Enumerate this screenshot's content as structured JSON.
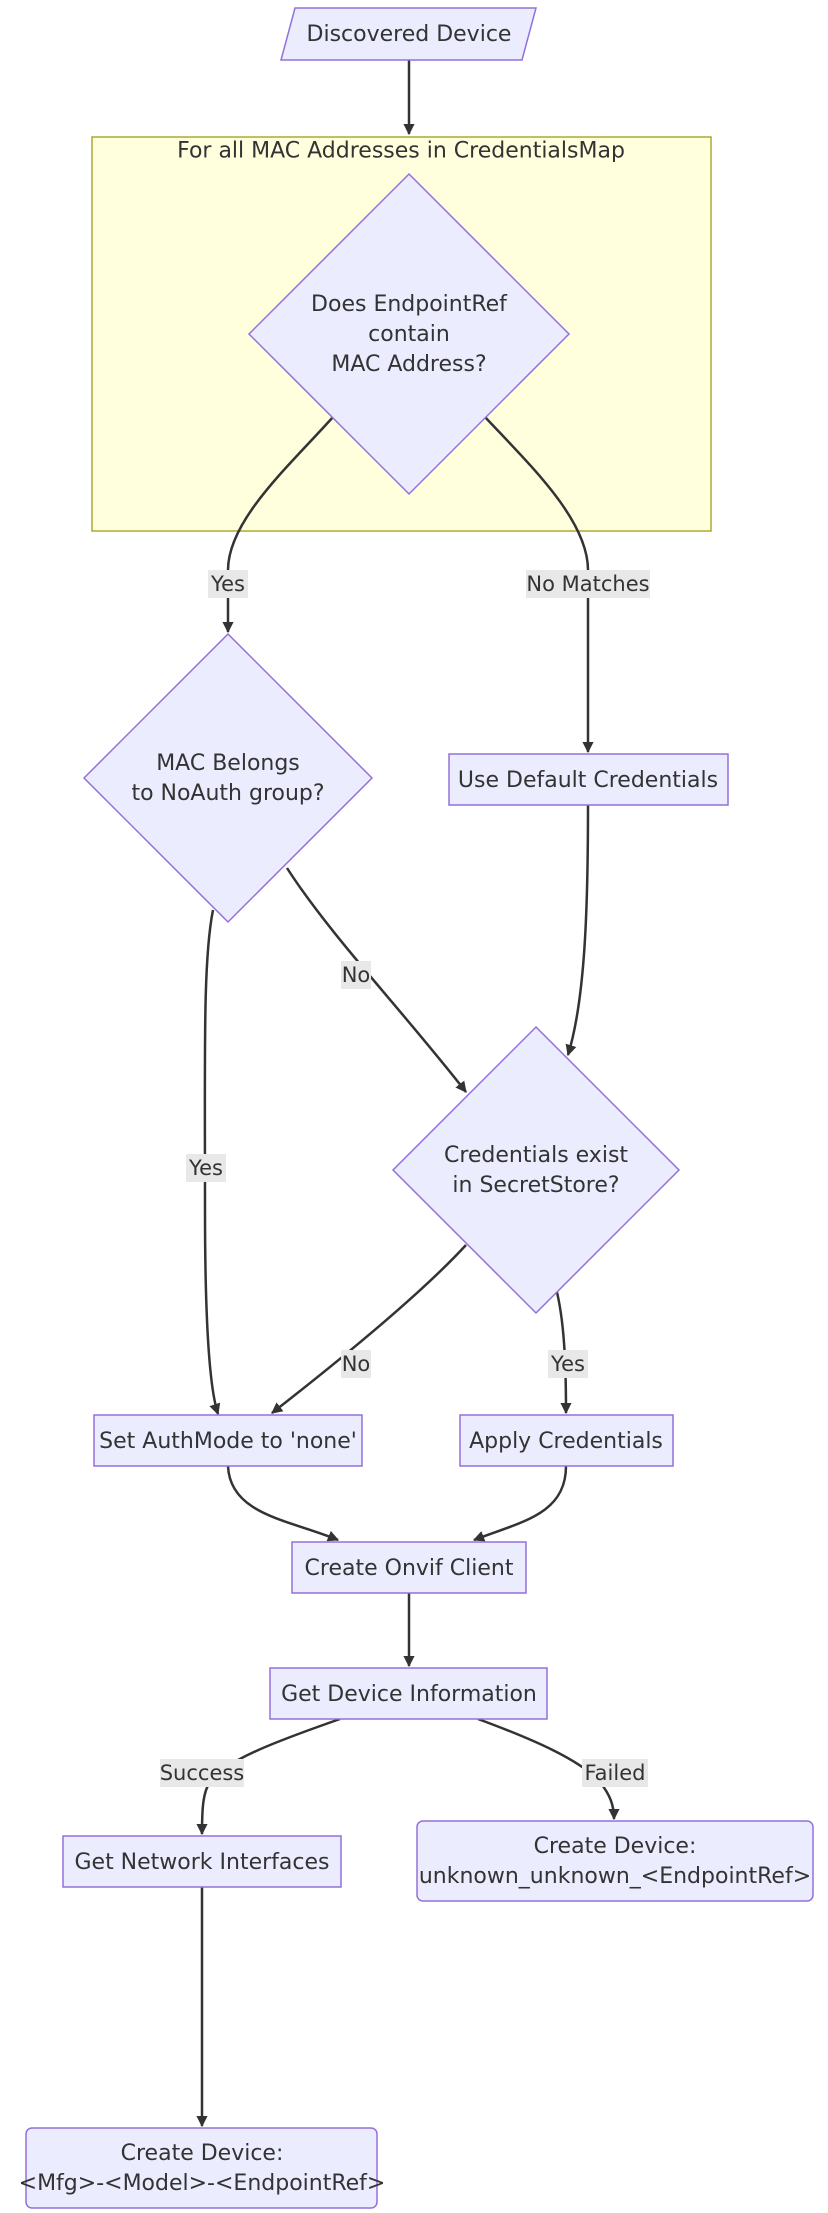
{
  "cluster": {
    "label": "For all MAC Addresses in CredentialsMap"
  },
  "nodes": {
    "discovered": {
      "lines": [
        "Discovered Device"
      ]
    },
    "contains_mac": {
      "lines": [
        "Does EndpointRef",
        "contain",
        "MAC Address?"
      ]
    },
    "noauth_group": {
      "lines": [
        "MAC Belongs",
        "to NoAuth group?"
      ]
    },
    "default_creds": {
      "lines": [
        "Use Default Credentials"
      ]
    },
    "creds_exist": {
      "lines": [
        "Credentials exist",
        "in SecretStore?"
      ]
    },
    "authmode_none": {
      "lines": [
        "Set AuthMode to 'none'"
      ]
    },
    "apply_creds": {
      "lines": [
        "Apply Credentials"
      ]
    },
    "onvif_client": {
      "lines": [
        "Create Onvif Client"
      ]
    },
    "device_info": {
      "lines": [
        "Get Device Information"
      ]
    },
    "net_ifaces": {
      "lines": [
        "Get Network Interfaces"
      ]
    },
    "device_unknown": {
      "lines": [
        "Create Device:",
        "unknown_unknown_<EndpointRef>"
      ]
    },
    "device_named": {
      "lines": [
        "Create Device:",
        "<Mfg>-<Model>-<EndpointRef>"
      ]
    }
  },
  "edge_labels": {
    "contains_yes": "Yes",
    "contains_no_matches": "No Matches",
    "noauth_no": "No",
    "noauth_yes": "Yes",
    "creds_no": "No",
    "creds_yes": "Yes",
    "info_success": "Success",
    "info_failed": "Failed"
  },
  "colors": {
    "node_fill": "#ECECFF",
    "node_stroke": "#9370DB",
    "cluster_fill": "#FFFFDE",
    "cluster_stroke": "#AAAA33",
    "edge": "#333333",
    "label_bg": "#E8E8E8",
    "text": "#333333"
  }
}
